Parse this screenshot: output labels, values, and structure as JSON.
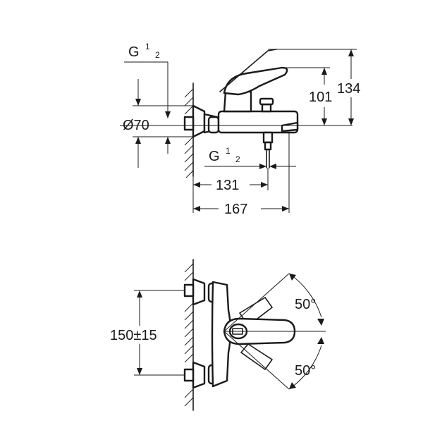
{
  "side_view": {
    "thread_top": {
      "letter": "G",
      "sup": "1",
      "sub": "2"
    },
    "thread_bottom": {
      "letter": "G",
      "sup": "1",
      "sub": "2"
    },
    "diameter": "Ø70",
    "height_total": "134",
    "height_spout": "101",
    "depth_spout": "131",
    "depth_total": "167"
  },
  "front_view": {
    "center_distance": "150±15",
    "angle_top": "50°",
    "angle_bottom": "50°"
  }
}
